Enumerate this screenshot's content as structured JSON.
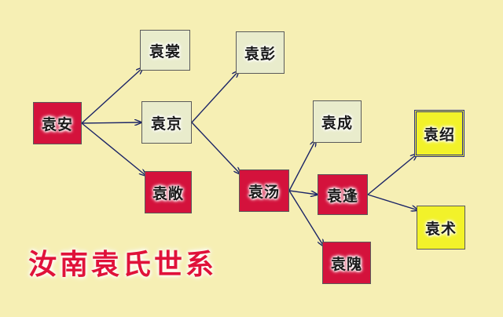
{
  "diagram": {
    "caption": "汝南袁氏世系",
    "colors": {
      "background": "#f6efb4",
      "red": "#d4123c",
      "green": "#e9eccc",
      "yellow": "#f2f22a",
      "arrow": "#1b2466",
      "caption": "#e0123a"
    },
    "nodes": [
      {
        "id": "an",
        "label": "袁安",
        "style": "red"
      },
      {
        "id": "shang",
        "label": "袁裳",
        "style": "green"
      },
      {
        "id": "jing",
        "label": "袁京",
        "style": "green"
      },
      {
        "id": "chang",
        "label": "袁敞",
        "style": "red"
      },
      {
        "id": "peng",
        "label": "袁彭",
        "style": "green"
      },
      {
        "id": "tang",
        "label": "袁汤",
        "style": "red"
      },
      {
        "id": "cheng",
        "label": "袁成",
        "style": "green"
      },
      {
        "id": "feng",
        "label": "袁逢",
        "style": "red"
      },
      {
        "id": "wei",
        "label": "袁隗",
        "style": "red"
      },
      {
        "id": "shao",
        "label": "袁绍",
        "style": "yellow"
      },
      {
        "id": "shu",
        "label": "袁术",
        "style": "yellow"
      }
    ],
    "edges": [
      [
        "an",
        "shang"
      ],
      [
        "an",
        "jing"
      ],
      [
        "an",
        "chang"
      ],
      [
        "jing",
        "peng"
      ],
      [
        "jing",
        "tang"
      ],
      [
        "tang",
        "cheng"
      ],
      [
        "tang",
        "feng"
      ],
      [
        "tang",
        "wei"
      ],
      [
        "feng",
        "shao"
      ],
      [
        "feng",
        "shu"
      ]
    ]
  }
}
